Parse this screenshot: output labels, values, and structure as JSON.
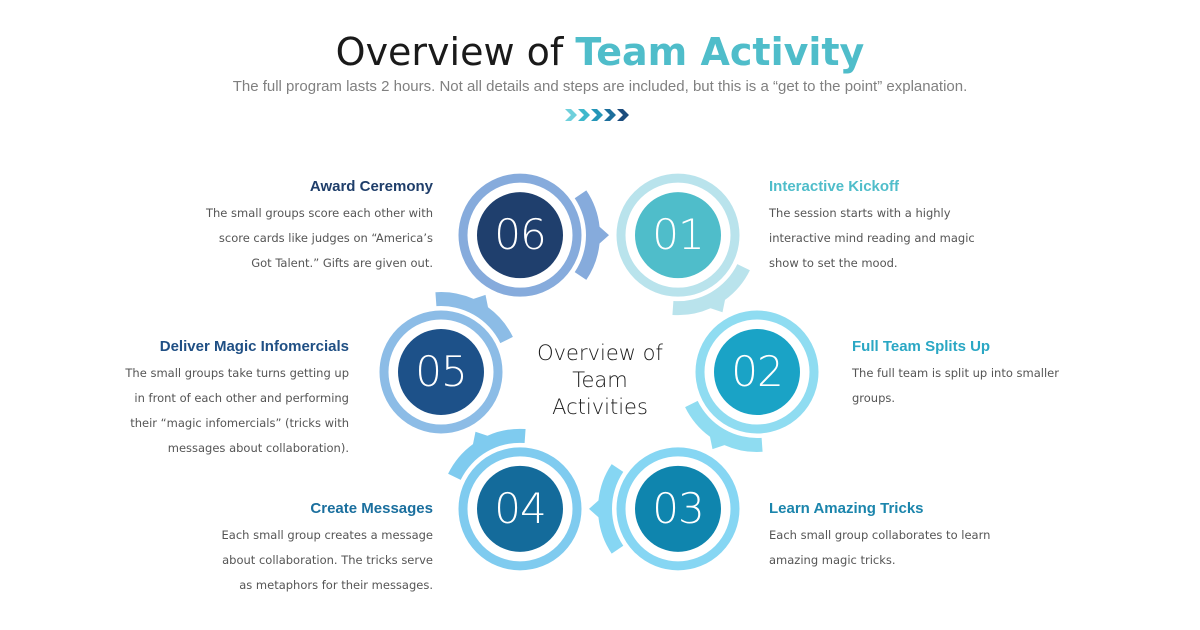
{
  "header": {
    "title_prefix": "Overview of ",
    "title_accent": "Team Activity",
    "subtitle": "The full program lasts 2 hours. Not all details and steps are included, but this is a “get to the point” explanation.",
    "chevron_icon": "chevrons-right-icon",
    "chevron_colors": [
      "#6fd0dc",
      "#3fb8cc",
      "#2596b8",
      "#1d6f9c",
      "#1b4d7e"
    ]
  },
  "center": {
    "line1": "Overview of",
    "line2": "Team",
    "line3": "Activities"
  },
  "colors": {
    "title_accent": "#4fbdca",
    "body_text": "#555555"
  },
  "steps": [
    {
      "number": "01",
      "title": "Interactive Kickoff",
      "title_color": "#4fbdca",
      "body": [
        "The session starts with a highly",
        "interactive mind reading and magic",
        "show to set the mood."
      ],
      "fill": "#4fbdca",
      "ring": "#b9e3ec"
    },
    {
      "number": "02",
      "title": "Full Team Splits Up",
      "title_color": "#2aa7c4",
      "body": [
        "The full team is split up into smaller",
        "groups."
      ],
      "fill": "#1aa3c6",
      "ring": "#8fdcf1"
    },
    {
      "number": "03",
      "title": "Learn Amazing Tricks",
      "title_color": "#1b85ac",
      "body": [
        "Each small group collaborates to learn",
        "amazing magic tricks."
      ],
      "fill": "#0f85ae",
      "ring": "#86d6f3"
    },
    {
      "number": "04",
      "title": "Create Messages",
      "title_color": "#1a6f9e",
      "body": [
        "Each small group creates a message",
        "about collaboration. The tricks serve",
        "as metaphors for their messages."
      ],
      "fill": "#146b9b",
      "ring": "#7fcbef"
    },
    {
      "number": "05",
      "title": "Deliver Magic Infomercials",
      "title_color": "#1f4f84",
      "body": [
        "The small groups take turns getting up",
        "in front of each other and performing",
        "their “magic infomercials” (tricks with",
        "messages about collaboration)."
      ],
      "fill": "#1d5189",
      "ring": "#8cbce6"
    },
    {
      "number": "06",
      "title": "Award Ceremony",
      "title_color": "#1f3e6a",
      "body": [
        "The small groups score each other with",
        "score cards like judges on “America’s",
        "Got Talent.” Gifts are given out."
      ],
      "fill": "#1f3f6d",
      "ring": "#86abdc"
    }
  ],
  "arrows": [
    {
      "from": "06",
      "to": "01",
      "icon": "arrow-arc-icon",
      "color": "#86abdc"
    },
    {
      "from": "01",
      "to": "02",
      "icon": "arrow-arc-icon",
      "color": "#b9e3ec"
    },
    {
      "from": "02",
      "to": "03",
      "icon": "arrow-arc-icon",
      "color": "#8fdcf1"
    },
    {
      "from": "03",
      "to": "04",
      "icon": "arrow-arc-icon",
      "color": "#86d6f3"
    },
    {
      "from": "04",
      "to": "05",
      "icon": "arrow-arc-icon",
      "color": "#7fcbef"
    },
    {
      "from": "05",
      "to": "06",
      "icon": "arrow-arc-icon",
      "color": "#8cbce6"
    }
  ]
}
